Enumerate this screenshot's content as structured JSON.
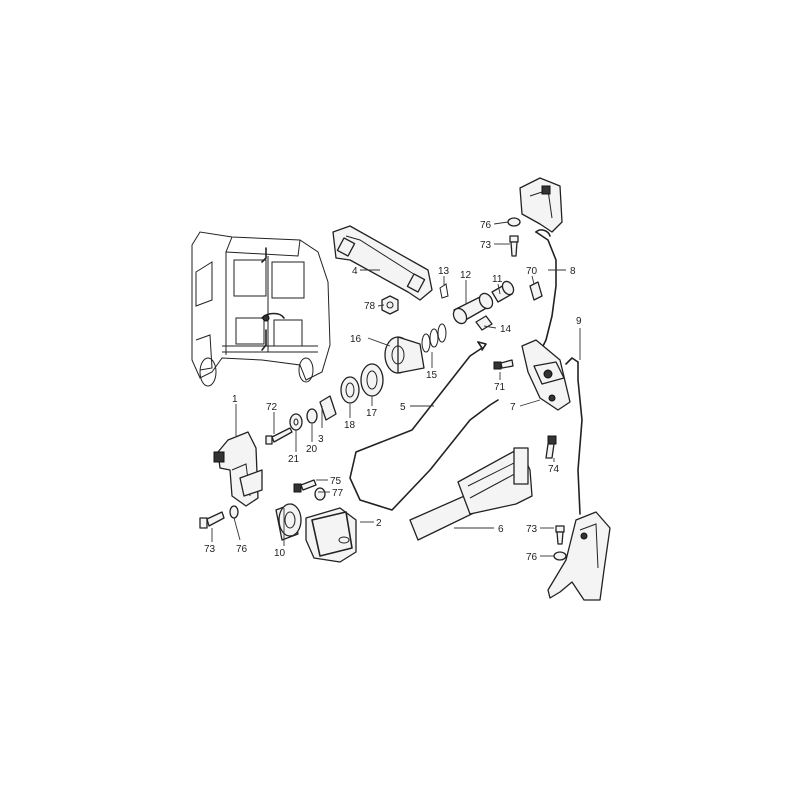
{
  "diagram": {
    "labels": {
      "p1": "1",
      "p2": "2",
      "p3": "3",
      "p4": "4",
      "p5": "5",
      "p6": "6",
      "p7": "7",
      "p8": "8",
      "p9": "9",
      "p10": "10",
      "p11": "11",
      "p12": "12",
      "p13": "13",
      "p14": "14",
      "p15": "15",
      "p16": "16",
      "p17": "17",
      "p18": "18",
      "p20": "20",
      "p21": "21",
      "p70": "70",
      "p71": "71",
      "p72": "72",
      "p73a": "73",
      "p73b": "73",
      "p73c": "73",
      "p74": "74",
      "p75": "75",
      "p76a": "76",
      "p76b": "76",
      "p76c": "76",
      "p77": "77",
      "p78": "78"
    }
  }
}
